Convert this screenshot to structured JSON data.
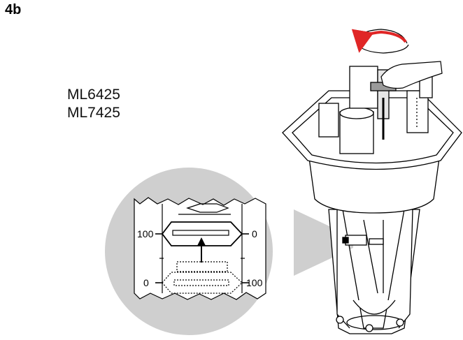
{
  "figure": {
    "label": "4b",
    "models": [
      "ML6425",
      "ML7425"
    ]
  },
  "scale": {
    "upper_left": "100",
    "upper_right": "0",
    "lower_left": "0",
    "lower_right": "100"
  },
  "colors": {
    "arrow": "#e02626",
    "zoom_circle": "#cfcfcf",
    "line": "#000000"
  },
  "icons": [
    "rotation-arrow-icon",
    "hand-icon",
    "up-arrow-icon"
  ]
}
